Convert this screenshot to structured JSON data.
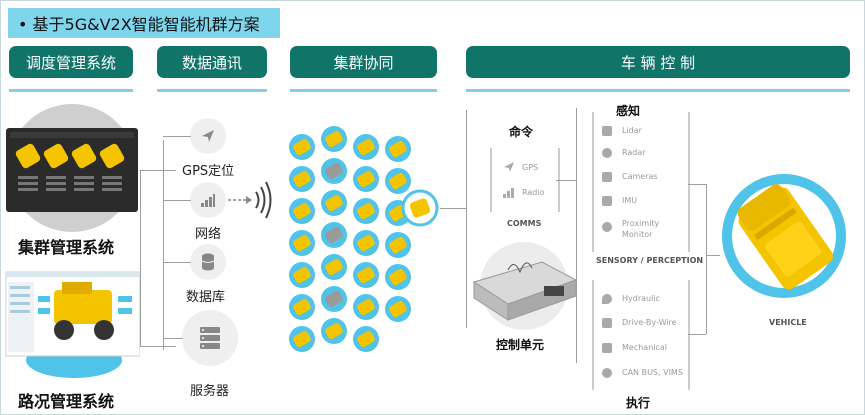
{
  "title": "• 基于5G&V2X智能智能机群方案",
  "headers": {
    "dispatch": "调度管理系统",
    "comm": "数据通讯",
    "cluster": "集群协同",
    "vehicle_ctrl": "车 辆 控 制"
  },
  "left": {
    "fleet_mgmt": "集群管理系统",
    "road_mgmt": "路况管理系统"
  },
  "comm_items": [
    "GPS定位",
    "网络",
    "数据库",
    "服务器"
  ],
  "vehicle": {
    "command": "命令",
    "comms_items": [
      "GPS",
      "Radio"
    ],
    "comms_label": "COMMS",
    "control_unit": "控制单元",
    "perception_title": "感知",
    "sensors": [
      "Lidar",
      "Radar",
      "Cameras",
      "IMU",
      "Proximity",
      "Monitor"
    ],
    "sensory_label": "SENSORY / PERCEPTION",
    "actuators": [
      "Hydraulic",
      "Drive-By-Wire",
      "Mechanical",
      "CAN BUS, VIMS"
    ],
    "actuation_title": "执行",
    "vehicle_label": "VEHICLE"
  },
  "colors": {
    "header_bg": "#117468",
    "title_bg": "#7fd6ec",
    "accent_blue": "#4fc3e8",
    "truck_yellow": "#f5c400",
    "underline": "#86cde3"
  }
}
